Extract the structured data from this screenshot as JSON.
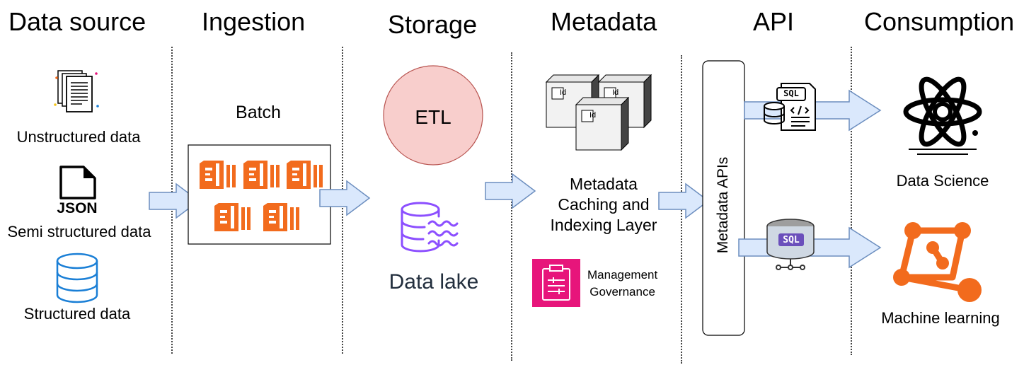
{
  "headers": {
    "data_source": "Data source",
    "ingestion": "Ingestion",
    "storage": "Storage",
    "metadata": "Metadata",
    "api": "API",
    "consumption": "Consumption"
  },
  "data_source": {
    "unstructured": "Unstructured data",
    "json_label": "JSON",
    "semi_structured": "Semi structured data",
    "structured": "Structured data"
  },
  "ingestion": {
    "batch": "Batch"
  },
  "storage": {
    "etl": "ETL",
    "data_lake": "Data lake"
  },
  "metadata": {
    "id_label": "Id",
    "caching_line1": "Metadata",
    "caching_line2": "Caching and",
    "caching_line3": "Indexing Layer",
    "management_line1": "Management",
    "management_line2": "Governance"
  },
  "api": {
    "metadata_apis": "Metadata APIs",
    "sql_label": "SQL"
  },
  "consumption": {
    "data_science": "Data Science",
    "machine_learning": "Machine learning"
  },
  "colors": {
    "arrow_fill": "#dae8fc",
    "arrow_stroke": "#6c8ebf",
    "orange": "#f26b1d",
    "etl_fill": "#f8cecc",
    "lake_purple": "#8c4fff",
    "governance_pink": "#e7157b",
    "structured_blue": "#1a7fd6"
  }
}
